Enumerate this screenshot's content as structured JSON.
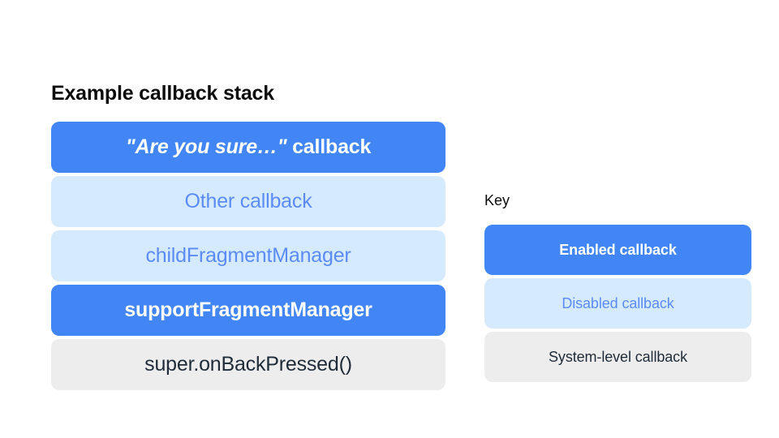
{
  "page": {
    "background": "#ffffff"
  },
  "colors": {
    "enabled_fill": "#4285f4",
    "enabled_text": "#ffffff",
    "disabled_fill": "#d6eafd",
    "disabled_text": "#5b8cf5",
    "system_fill": "#ededed",
    "system_text": "#1f2b38",
    "heading_text": "#0d0d0d"
  },
  "stack": {
    "title": "Example callback stack",
    "items": [
      {
        "state": "enabled",
        "label": "\"Are you sure…\" callback",
        "quoted_part": "\"Are you sure…\"",
        "plain_part": " callback"
      },
      {
        "state": "disabled",
        "label": "Other callback"
      },
      {
        "state": "disabled",
        "label": "childFragmentManager"
      },
      {
        "state": "enabled",
        "label": "supportFragmentManager"
      },
      {
        "state": "system",
        "label": "super.onBackPressed()"
      }
    ]
  },
  "key": {
    "title": "Key",
    "items": [
      {
        "state": "enabled",
        "label": "Enabled callback"
      },
      {
        "state": "disabled",
        "label": "Disabled callback"
      },
      {
        "state": "system",
        "label": "System-level callback"
      }
    ]
  }
}
